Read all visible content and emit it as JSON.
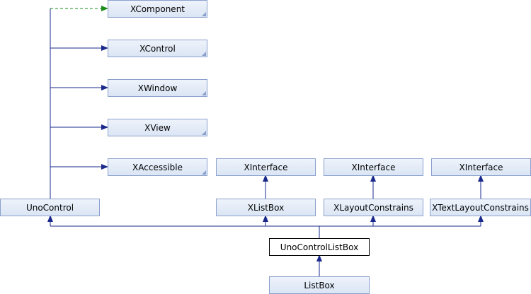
{
  "nodes": {
    "xcomponent": "XComponent",
    "xcontrol": "XControl",
    "xwindow": "XWindow",
    "xview": "XView",
    "xaccessible": "XAccessible",
    "xinterface_1": "XInterface",
    "xinterface_2": "XInterface",
    "xinterface_3": "XInterface",
    "unocontrol": "UnoControl",
    "xlistbox": "XListBox",
    "xlayoutconstrains": "XLayoutConstrains",
    "xtextlayoutconstrains": "XTextLayoutConstrains",
    "unocontrollistbox": "UnoControlListBox",
    "listbox": "ListBox"
  },
  "colors": {
    "edge": "#1a2a8c",
    "dashed_edge": "#1a8c1a",
    "node_border": "#8aa0cc"
  }
}
